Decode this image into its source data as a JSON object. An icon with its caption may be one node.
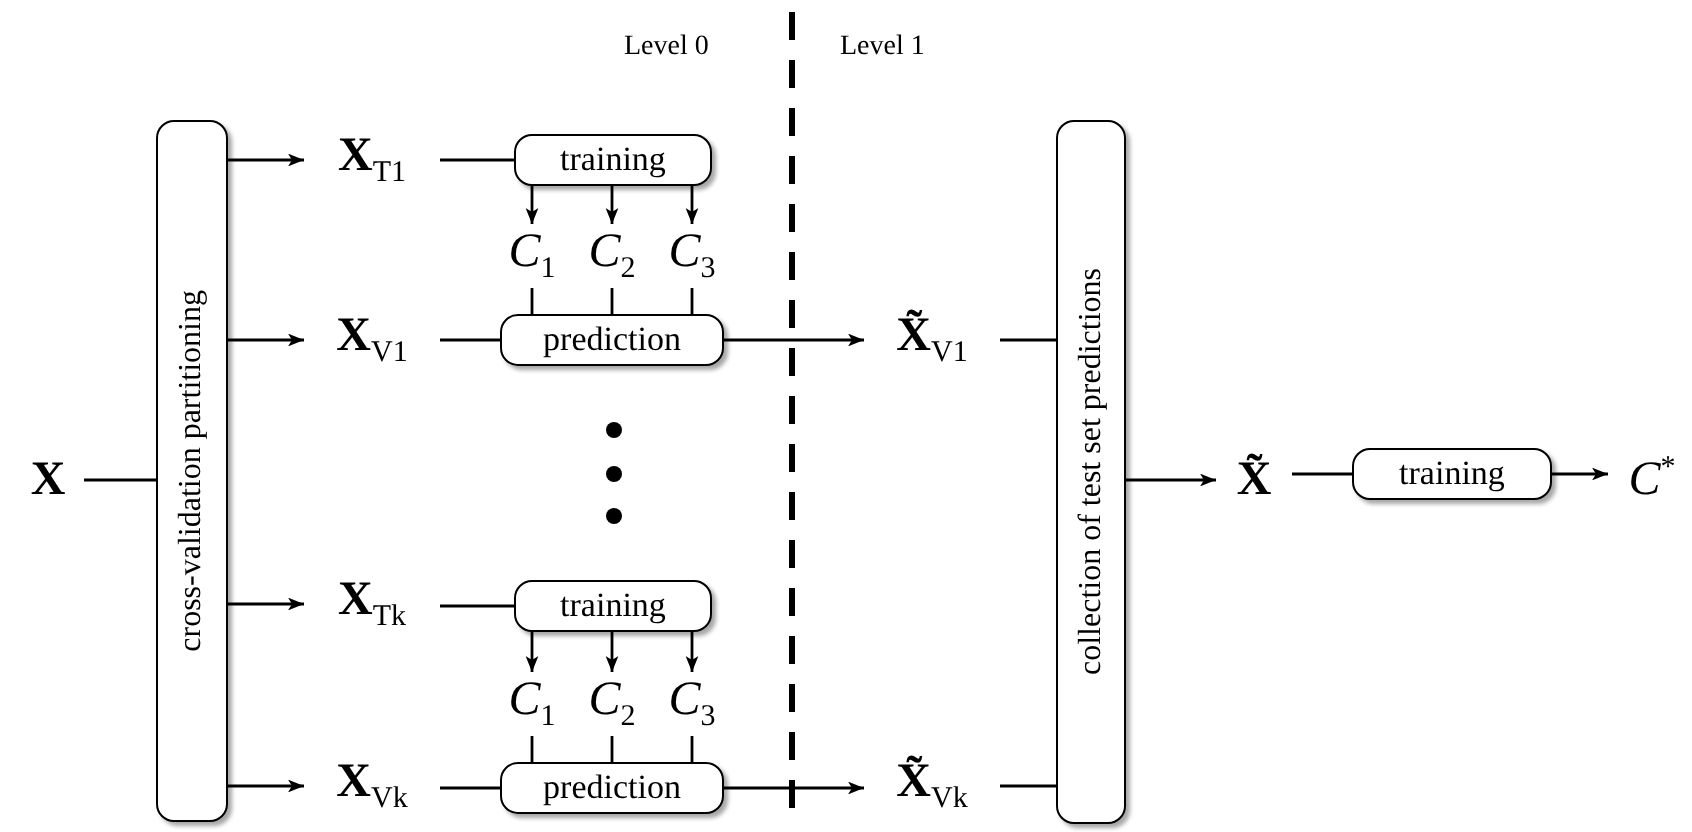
{
  "diagram": {
    "nodes": [
      {
        "text": [
          "**X**"
        ]
      },
      {
        "text": [
          "cross-validation partitioning"
        ]
      },
      {
        "text": [
          "**X**$_{T1}$"
        ]
      },
      {
        "text": [
          "training"
        ]
      },
      {
        "text": [
          "*C*$_{1}$"
        ]
      },
      {
        "text": [
          "*C*$_{2}$"
        ]
      },
      {
        "text": [
          "*C*$_{3}$"
        ]
      },
      {
        "text": [
          "**X**$_{V1}$"
        ]
      },
      {
        "text": [
          "prediction"
        ]
      },
      {
        "text": [
          "**X̃**$_{V1}$"
        ]
      },
      {
        "text": [
          "**X**$_{Tk}$"
        ]
      },
      {
        "text": [
          "training"
        ]
      },
      {
        "text": [
          "*C*$_{1}$"
        ]
      },
      {
        "text": [
          "*C*$_{2}$"
        ]
      },
      {
        "text": [
          "*C*$_{3}$"
        ]
      },
      {
        "text": [
          "**X**$_{Vk}$"
        ]
      },
      {
        "text": [
          "prediction"
        ]
      },
      {
        "text": [
          "**X̃**$_{Vk}$"
        ]
      },
      {
        "text": [
          "collection of test set predictions"
        ]
      },
      {
        "text": [
          "**X̃**"
        ]
      },
      {
        "text": [
          "training"
        ]
      },
      {
        "text": [
          "*C*$^{*}$"
        ]
      }
    ],
    "edges": [
      {
        "from": 0,
        "to": 1,
        "arrow": "none"
      },
      {
        "from": 1,
        "to": 2,
        "arrow": "to"
      },
      {
        "from": 1,
        "to": 7,
        "arrow": "to"
      },
      {
        "from": 1,
        "to": 10,
        "arrow": "to"
      },
      {
        "from": 1,
        "to": 15,
        "arrow": "to"
      },
      {
        "from": 2,
        "to": 3,
        "arrow": "none"
      },
      {
        "from": 3,
        "to": 4,
        "arrow": "to"
      },
      {
        "from": 3,
        "to": 5,
        "arrow": "to"
      },
      {
        "from": 3,
        "to": 6,
        "arrow": "to"
      },
      {
        "from": 4,
        "to": 8,
        "arrow": "none"
      },
      {
        "from": 5,
        "to": 8,
        "arrow": "none"
      },
      {
        "from": 6,
        "to": 8,
        "arrow": "none"
      },
      {
        "from": 7,
        "to": 8,
        "arrow": "none"
      },
      {
        "from": 8,
        "to": 9,
        "arrow": "to"
      },
      {
        "from": 10,
        "to": 11,
        "arrow": "none"
      },
      {
        "from": 11,
        "to": 12,
        "arrow": "to"
      },
      {
        "from": 11,
        "to": 13,
        "arrow": "to"
      },
      {
        "from": 11,
        "to": 14,
        "arrow": "to"
      },
      {
        "from": 12,
        "to": 16,
        "arrow": "none"
      },
      {
        "from": 13,
        "to": 16,
        "arrow": "none"
      },
      {
        "from": 14,
        "to": 16,
        "arrow": "none"
      },
      {
        "from": 15,
        "to": 16,
        "arrow": "none"
      },
      {
        "from": 16,
        "to": 17,
        "arrow": "to"
      },
      {
        "from": 9,
        "to": 18,
        "arrow": "none"
      },
      {
        "from": 17,
        "to": 18,
        "arrow": "none"
      },
      {
        "from": 18,
        "to": 19,
        "arrow": "to"
      },
      {
        "from": 19,
        "to": 20,
        "arrow": "none"
      },
      {
        "from": 20,
        "to": 21,
        "arrow": "to"
      }
    ],
    "labels": [
      "Level 0",
      "Level 1"
    ]
  }
}
